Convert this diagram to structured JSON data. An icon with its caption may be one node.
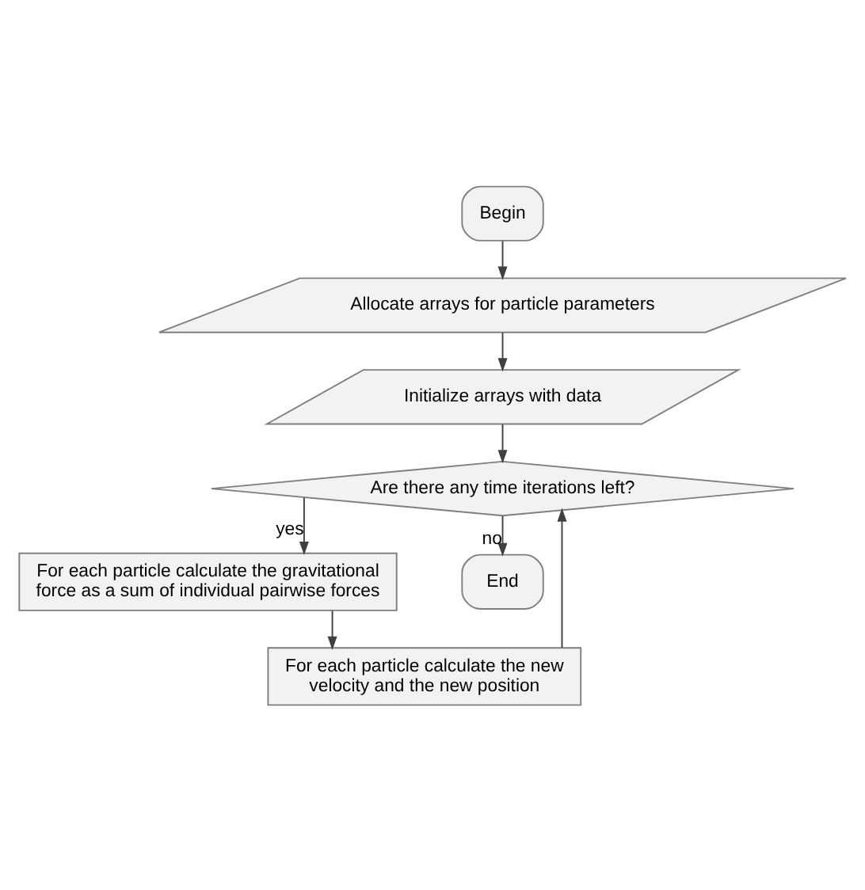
{
  "diagram": {
    "nodes": [
      {
        "text": [
          "Begin"
        ]
      },
      {
        "text": [
          "Allocate arrays for particle parameters"
        ]
      },
      {
        "text": [
          "Initialize arrays with data"
        ]
      },
      {
        "text": [
          "Are there any time iterations left?"
        ]
      },
      {
        "text": [
          "For each particle calculate the gravitational force as a sum of individual pairwise forces"
        ]
      },
      {
        "text": [
          "For each particle calculate the new velocity and the new position"
        ]
      },
      {
        "text": [
          "End"
        ]
      }
    ],
    "edges": [
      {
        "from": 0,
        "to": 1,
        "arrow": "to"
      },
      {
        "from": 1,
        "to": 2,
        "arrow": "to"
      },
      {
        "from": 2,
        "to": 3,
        "arrow": "to"
      },
      {
        "from": 3,
        "to": 4,
        "label": "yes",
        "arrow": "to"
      },
      {
        "from": 4,
        "to": 5,
        "arrow": "to"
      },
      {
        "from": 5,
        "to": 3,
        "arrow": "to"
      },
      {
        "from": 3,
        "to": 6,
        "label": "no",
        "arrow": "to"
      }
    ]
  }
}
